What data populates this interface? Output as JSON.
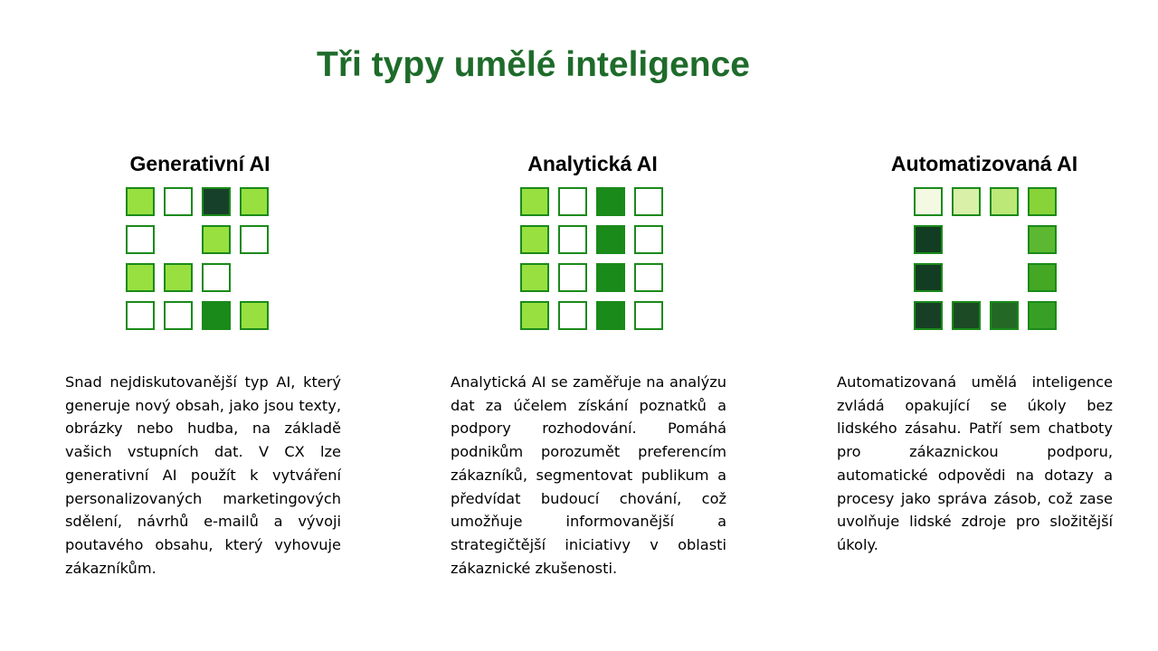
{
  "title": "Tři typy umělé inteligence",
  "columns": [
    {
      "heading": "Generativní AI",
      "text": "Snad nejdiskutovanější typ AI, který generuje nový obsah, jako jsou texty, obrázky nebo hudba, na základě vašich vstupních dat. V CX lze generativní AI použít k vytváření personalizovaných marketingových sdělení, návrhů e-mailů a vývoji poutavého obsahu, který vyhovuje zákazníkům.",
      "grid": [
        [
          "#98e040",
          "#ffffff",
          "#17402a",
          "#98e040"
        ],
        [
          "#ffffff",
          null,
          "#98e040",
          "#ffffff"
        ],
        [
          "#98e040",
          "#98e040",
          "#ffffff",
          null
        ],
        [
          "#ffffff",
          "#ffffff",
          "#1a8a1a",
          "#98e040"
        ]
      ]
    },
    {
      "heading": "Analytická AI",
      "text": "Analytická AI se zaměřuje na analýzu dat za účelem získání poznatků a podpory rozhodování. Pomáhá podnikům porozumět preferencím zákazníků, segmentovat publikum a předvídat budoucí chování, což umožňuje informovanější a strategičtější iniciativy v oblasti zákaznické zkušenosti.",
      "grid": [
        [
          "#98e040",
          "#ffffff",
          "#1a8a1a",
          "#ffffff"
        ],
        [
          "#98e040",
          "#ffffff",
          "#1a8a1a",
          "#ffffff"
        ],
        [
          "#98e040",
          "#ffffff",
          "#1a8a1a",
          "#ffffff"
        ],
        [
          "#98e040",
          "#ffffff",
          "#1a8a1a",
          "#ffffff"
        ]
      ]
    },
    {
      "heading": "Automatizovaná AI",
      "text": "Automatizovaná umělá inteligence zvládá opakující se úkoly bez lidského zásahu. Patří sem chatboty pro zákaznickou podporu, automatické odpovědi na dotazy a procesy jako správa zásob, což zase uvolňuje lidské zdroje pro složitější úkoly.",
      "grid": [
        [
          "#f3f9e2",
          "#d8f0a8",
          "#bce878",
          "#88d438"
        ],
        [
          "#133d22",
          null,
          null,
          "#5cb830"
        ],
        [
          "#133d22",
          null,
          null,
          "#44a824"
        ],
        [
          "#183f26",
          "#1c4a24",
          "#246826",
          "#37a024"
        ]
      ]
    }
  ],
  "colors": {
    "title": "#1e6b2a",
    "border": "#1a8a1a"
  }
}
